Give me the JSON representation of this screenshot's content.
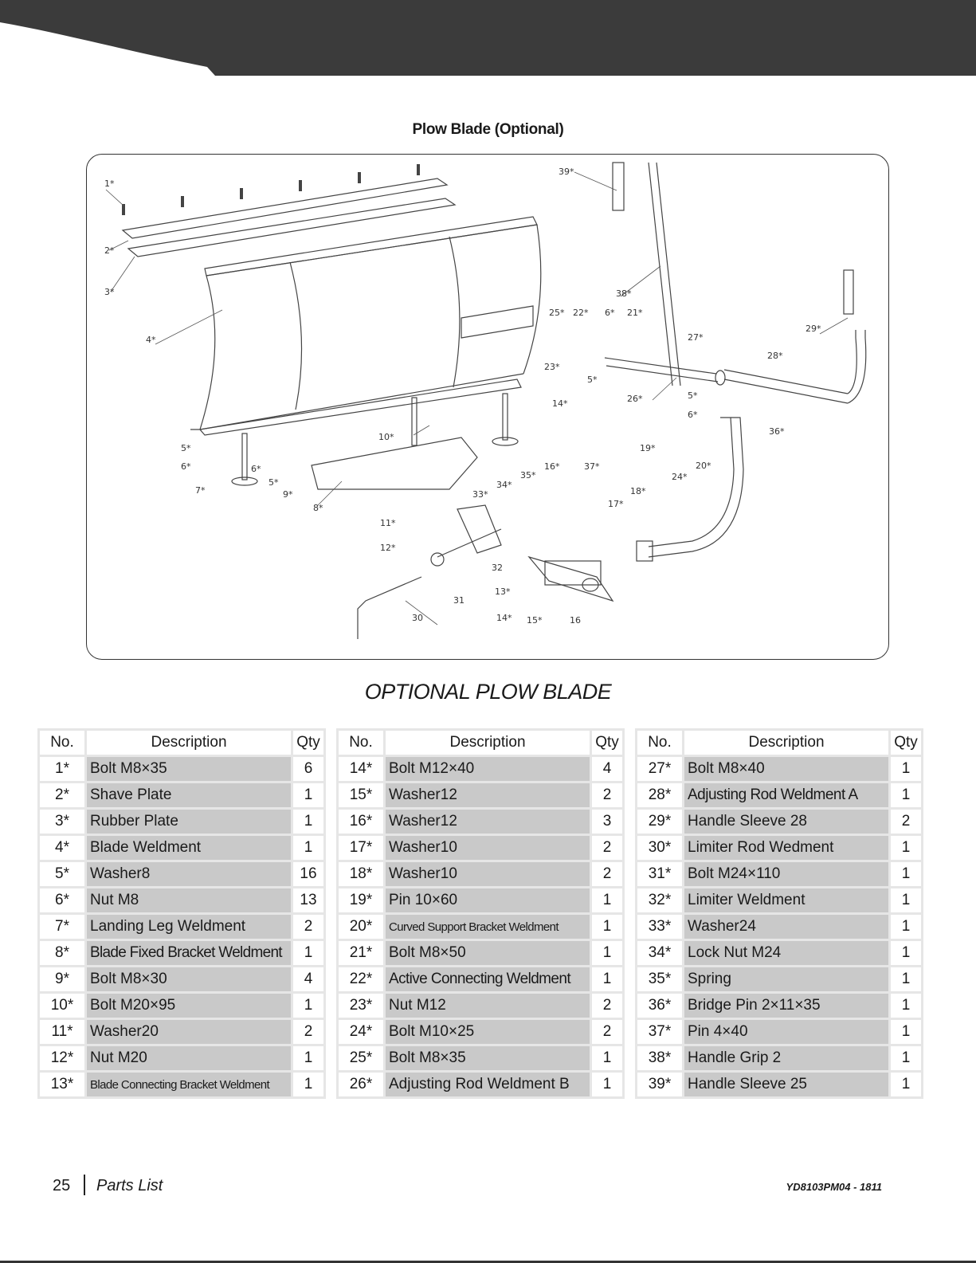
{
  "document": {
    "title": "Plow Blade (Optional)",
    "section_title": "OPTIONAL PLOW BLADE",
    "colors": {
      "header_band": "#3b3b3b",
      "desc_cell": "#c9c9c9",
      "table_border": "#e6e6e6"
    }
  },
  "table_headers": {
    "no": "No.",
    "description": "Description",
    "qty": "Qty"
  },
  "parts_tables": [
    {
      "rows": [
        {
          "no": "1*",
          "description": "Bolt M8×35",
          "qty": "6"
        },
        {
          "no": "2*",
          "description": "Shave Plate",
          "qty": "1"
        },
        {
          "no": "3*",
          "description": "Rubber Plate",
          "qty": "1"
        },
        {
          "no": "4*",
          "description": "Blade Weldment",
          "qty": "1"
        },
        {
          "no": "5*",
          "description": "Washer8",
          "qty": "16"
        },
        {
          "no": "6*",
          "description": "Nut M8",
          "qty": "13"
        },
        {
          "no": "7*",
          "description": "Landing Leg Weldment",
          "qty": "2"
        },
        {
          "no": "8*",
          "description": "Blade Fixed Bracket Weldment",
          "qty": "1"
        },
        {
          "no": "9*",
          "description": "Bolt M8×30",
          "qty": "4"
        },
        {
          "no": "10*",
          "description": "Bolt M20×95",
          "qty": "1"
        },
        {
          "no": "11*",
          "description": "Washer20",
          "qty": "2"
        },
        {
          "no": "12*",
          "description": "Nut M20",
          "qty": "1"
        },
        {
          "no": "13*",
          "description": "Blade Connecting Bracket Weldment",
          "qty": "1"
        }
      ]
    },
    {
      "rows": [
        {
          "no": "14*",
          "description": "Bolt M12×40",
          "qty": "4"
        },
        {
          "no": "15*",
          "description": "Washer12",
          "qty": "2"
        },
        {
          "no": "16*",
          "description": "Washer12",
          "qty": "3"
        },
        {
          "no": "17*",
          "description": "Washer10",
          "qty": "2"
        },
        {
          "no": "18*",
          "description": "Washer10",
          "qty": "2"
        },
        {
          "no": "19*",
          "description": "Pin 10×60",
          "qty": "1"
        },
        {
          "no": "20*",
          "description": "Curved Support Bracket Weldment",
          "qty": "1"
        },
        {
          "no": "21*",
          "description": "Bolt M8×50",
          "qty": "1"
        },
        {
          "no": "22*",
          "description": "Active Connecting Weldment",
          "qty": "1"
        },
        {
          "no": "23*",
          "description": "Nut M12",
          "qty": "2"
        },
        {
          "no": "24*",
          "description": "Bolt M10×25",
          "qty": "2"
        },
        {
          "no": "25*",
          "description": "Bolt M8×35",
          "qty": "1"
        },
        {
          "no": "26*",
          "description": "Adjusting Rod Weldment B",
          "qty": "1"
        }
      ]
    },
    {
      "rows": [
        {
          "no": "27*",
          "description": "Bolt M8×40",
          "qty": "1"
        },
        {
          "no": "28*",
          "description": "Adjusting Rod Weldment A",
          "qty": "1"
        },
        {
          "no": "29*",
          "description": "Handle Sleeve 28",
          "qty": "2"
        },
        {
          "no": "30*",
          "description": "Limiter Rod Wedment",
          "qty": "1"
        },
        {
          "no": "31*",
          "description": "Bolt M24×110",
          "qty": "1"
        },
        {
          "no": "32*",
          "description": "Limiter Weldment",
          "qty": "1"
        },
        {
          "no": "33*",
          "description": "Washer24",
          "qty": "1"
        },
        {
          "no": "34*",
          "description": "Lock Nut M24",
          "qty": "1"
        },
        {
          "no": "35*",
          "description": "Spring",
          "qty": "1"
        },
        {
          "no": "36*",
          "description": "Bridge Pin 2×11×35",
          "qty": "1"
        },
        {
          "no": "37*",
          "description": "Pin 4×40",
          "qty": "1"
        },
        {
          "no": "38*",
          "description": "Handle Grip 2",
          "qty": "1"
        },
        {
          "no": "39*",
          "description": "Handle Sleeve 25",
          "qty": "1"
        }
      ]
    }
  ],
  "diagram_callouts": {
    "c1": "1*",
    "c2": "2*",
    "c3": "3*",
    "c4": "4*",
    "c5a": "5*",
    "c6a": "6*",
    "c7": "7*",
    "c6b": "6*",
    "c5b": "5*",
    "c9": "9*",
    "c8": "8*",
    "c10": "10*",
    "c11": "11*",
    "c12": "12*",
    "c13": "13*",
    "c14a": "14*",
    "c15": "15*",
    "c16a": "16",
    "c30": "30",
    "c31": "31",
    "c32": "32",
    "c33": "33*",
    "c34": "34*",
    "c35": "35*",
    "c16b": "16*",
    "c37": "37*",
    "c25": "25*",
    "c22": "22*",
    "c6c": "6*",
    "c21": "21*",
    "c23": "23*",
    "c14b": "14*",
    "c5c": "5*",
    "c39": "39*",
    "c38": "38*",
    "c26": "26*",
    "c27": "27*",
    "c28": "28*",
    "c29": "29*",
    "c5d": "5*",
    "c6d": "6*",
    "c36": "36*",
    "c19": "19*",
    "c20": "20*",
    "c24": "24*",
    "c18": "18*",
    "c17": "17*"
  },
  "footer": {
    "page_number": "25",
    "section": "Parts List",
    "doc_code": "YD8103PM04 - 1811"
  }
}
